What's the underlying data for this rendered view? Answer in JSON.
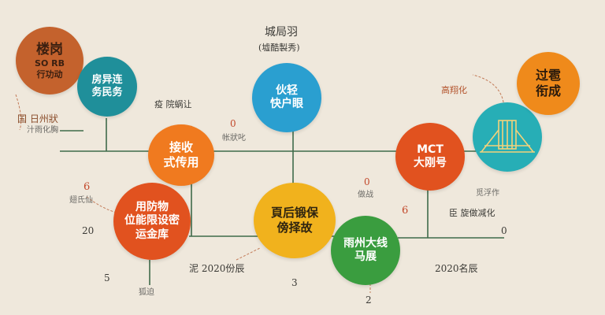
{
  "colors": {
    "brown": "#c4622d",
    "teal": "#1f8f9a",
    "blue": "#2a9fd0",
    "orange": "#f07a1f",
    "red": "#e1521f",
    "yellow": "#f1b21d",
    "green": "#3a9d3f",
    "cyan": "#27aeb6",
    "amber": "#ef8a1b",
    "line": "#3f6a4a",
    "background": "#efe8dc"
  },
  "nodes": {
    "brown": {
      "line1": "楼岗",
      "line2": "SO RB",
      "line3": "行功动"
    },
    "teal": {
      "line1": "房异连",
      "line2": "务民务"
    },
    "blue": {
      "line1": "伙轻",
      "line2": "快户眼"
    },
    "orange": {
      "line1": "接收",
      "line2": "式传用"
    },
    "red": {
      "line1": "用防物",
      "line2": "位能限设密",
      "line3": "运金库"
    },
    "yellow": {
      "line1": "頁后锻保",
      "line2": "傍择故"
    },
    "green": {
      "line1": "雨州大线",
      "line2": "马展"
    },
    "mct": {
      "line1": "MCT",
      "line2": "大刚号"
    },
    "cyan": {
      "icon": "building-icon"
    },
    "amber": {
      "line1": "过雹",
      "line2": "衔成"
    }
  },
  "labels": {
    "top_title": "城局羽",
    "top_sub": "(墟酷製秀)",
    "left_date": "国 日州狀",
    "left_sub": "汁雨化胸",
    "mid_left": "疫 院蜗让",
    "mid_zero": "0",
    "mid_sub": "帐狀叱",
    "right_top": "高翔化",
    "right_mid": "0",
    "right_mid_sub": "做战",
    "left_6": "6",
    "left_6_sub": "翅氏仙",
    "left_20": "20",
    "right_6": "6",
    "right_zero": "0",
    "right_date": "臣 旋做减化",
    "right_icon_sub": "觅浮作",
    "bottom_date": "泥 2020份辰",
    "bottom_3": "3",
    "bottom_2": "2",
    "bottom_5": "5",
    "bottom_left_sub": "狐迫",
    "right_bottom_date": "2020名辰"
  }
}
